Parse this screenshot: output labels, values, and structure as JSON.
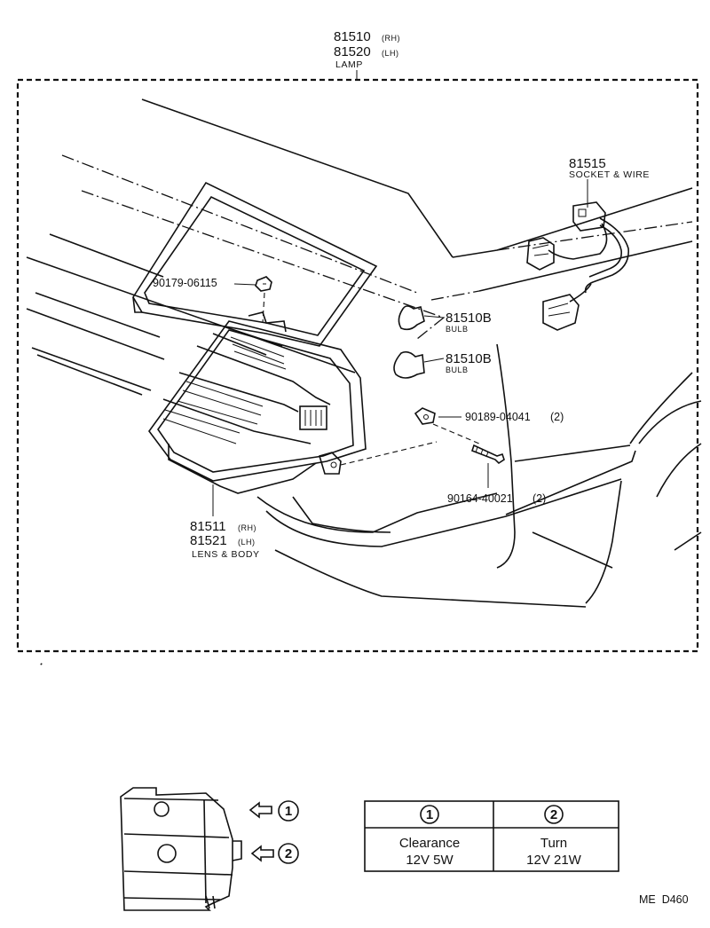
{
  "parts": {
    "lamp": {
      "rh": "81510",
      "rh_tag": "(RH)",
      "lh": "81520",
      "lh_tag": "(LH)",
      "desc": "LAMP"
    },
    "socket": {
      "num": "81515",
      "desc": "SOCKET & WIRE"
    },
    "nut": {
      "num": "90179-06115"
    },
    "bulb1": {
      "num": "81510B",
      "desc": "BULB"
    },
    "bulb2": {
      "num": "81510B",
      "desc": "BULB"
    },
    "clip": {
      "num": "90189-04041",
      "qty": "(2)"
    },
    "screw": {
      "num": "90164-40021",
      "qty": "(2)"
    },
    "lens": {
      "rh": "81511",
      "rh_tag": "(RH)",
      "lh": "81521",
      "lh_tag": "(LH)",
      "desc": "LENS & BODY"
    }
  },
  "inset": {
    "arrow1": "1",
    "arrow2": "2"
  },
  "table": {
    "headers": [
      "1",
      "2"
    ],
    "rows": [
      [
        "Clearance",
        "Turn"
      ],
      [
        "12V 5W",
        "12V 21W"
      ]
    ]
  },
  "footer": {
    "code": "ME  D460"
  }
}
